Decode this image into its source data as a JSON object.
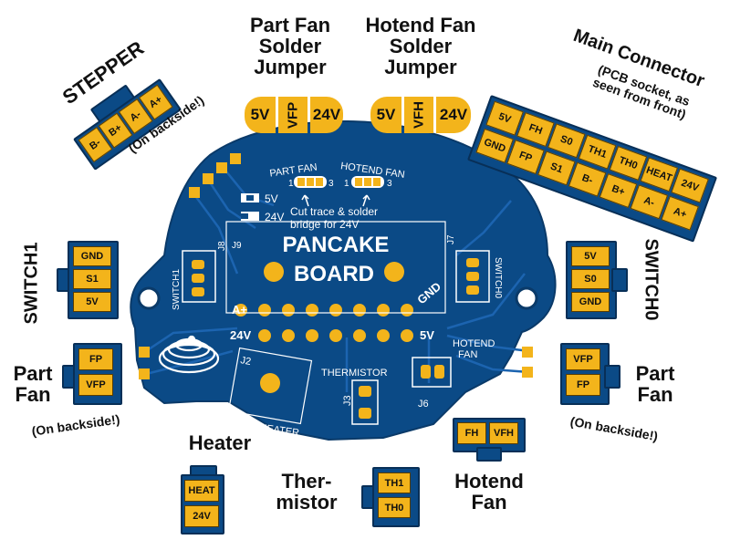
{
  "board": {
    "title_line1": "PANCAKE",
    "title_line2": "BOARD",
    "label_part_fan": "PART FAN",
    "label_hotend_fan": "HOTEND FAN",
    "jumper_num1": "1",
    "jumper_num3": "3",
    "jumper_num1b": "1",
    "jumper_num3b": "3",
    "label_5v": "5V",
    "label_24v": "24V",
    "cut_trace_line1": "Cut trace & solder",
    "cut_trace_line2": "bridge for 24V",
    "j9": "J9",
    "j8": "J8",
    "j7": "J7",
    "j2": "J2",
    "j3": "J3",
    "j6": "J6",
    "switch1": "SWITCH1",
    "switch0": "SWITCH0",
    "a_plus": "A+",
    "gnd": "GND",
    "v24": "24V",
    "v5": "5V",
    "hotend_fan_line1": "HOTEND",
    "hotend_fan_line2": "FAN",
    "thermistor": "THERMISTOR",
    "heater": "HEATER"
  },
  "jumpers": {
    "part_fan": {
      "title": [
        "Part Fan",
        "Solder",
        "Jumper"
      ],
      "pads": [
        "5V",
        "VFP",
        "24V"
      ]
    },
    "hotend_fan": {
      "title": [
        "Hotend Fan",
        "Solder",
        "Jumper"
      ],
      "pads": [
        "5V",
        "VFH",
        "24V"
      ]
    }
  },
  "stepper": {
    "title": "STEPPER",
    "pins": [
      "B-",
      "B+",
      "A-",
      "A+"
    ],
    "note": "(On backside!)"
  },
  "main_connector": {
    "title": "Main Connector",
    "subtitle_line1": "(PCB socket, as",
    "subtitle_line2": "seen from front)",
    "row_top": [
      "5V",
      "FH",
      "S0",
      "TH1",
      "TH0",
      "HEAT",
      "24V"
    ],
    "row_bottom": [
      "GND",
      "FP",
      "S1",
      "B-",
      "B+",
      "A-",
      "A+"
    ]
  },
  "switch1": {
    "title": "SWITCH1",
    "pins": [
      "GND",
      "S1",
      "5V"
    ]
  },
  "switch0": {
    "title": "SWITCH0",
    "pins": [
      "5V",
      "S0",
      "GND"
    ]
  },
  "part_fan_left": {
    "title": [
      "Part",
      "Fan"
    ],
    "pins": [
      "FP",
      "VFP"
    ],
    "note": "(On backside!)"
  },
  "part_fan_right": {
    "title": [
      "Part",
      "Fan"
    ],
    "pins": [
      "VFP",
      "FP"
    ],
    "note": "(On backside!)"
  },
  "heater": {
    "title": "Heater",
    "pins": [
      "HEAT",
      "24V"
    ]
  },
  "thermistor": {
    "title": [
      "Ther-",
      "mistor"
    ],
    "pins": [
      "TH1",
      "TH0"
    ]
  },
  "hotend_fan": {
    "title": [
      "Hotend",
      "Fan"
    ],
    "pins": [
      "FH",
      "VFH"
    ]
  },
  "colors": {
    "pcb": "#0b4a86",
    "pcb_dark": "#07305a",
    "pad": "#f3b41b",
    "silk": "#ffffff",
    "trace": "#1c64b0"
  }
}
